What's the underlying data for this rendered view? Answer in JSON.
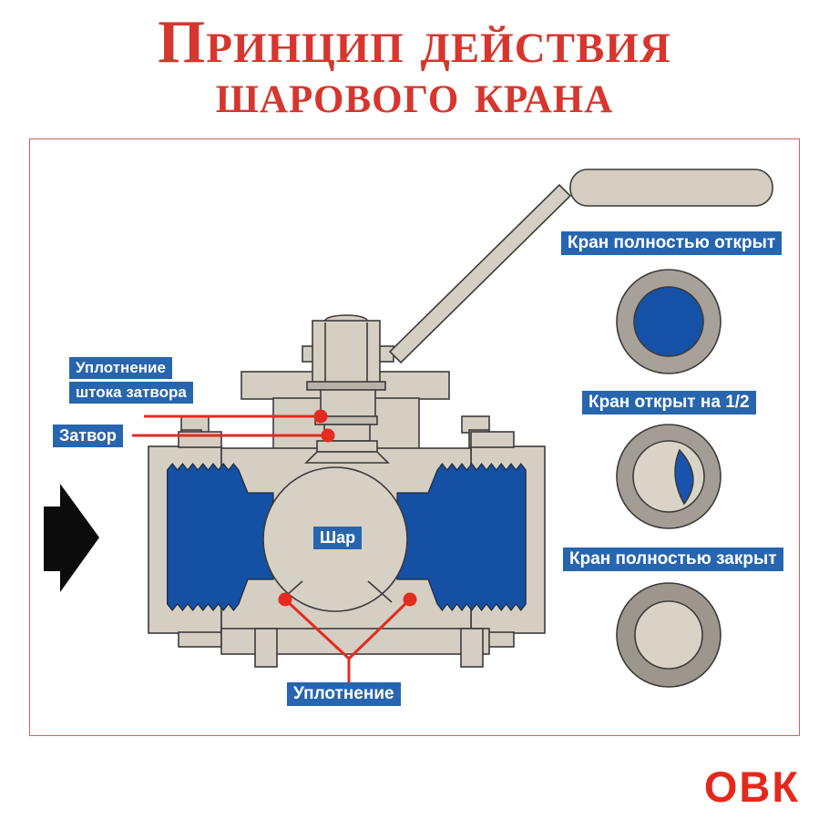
{
  "title": {
    "line1": "Принцип действия",
    "line2": "шарового крана"
  },
  "valve_labels": {
    "stem_seal_line1": "Уплотнение",
    "stem_seal_line2": "штока затвора",
    "stem": "Затвор",
    "ball": "Шар",
    "body_seal": "Уплотнение"
  },
  "states": [
    {
      "label": "Кран полностью открыт",
      "position": "open"
    },
    {
      "label": "Кран открыт на 1/2",
      "position": "half-open"
    },
    {
      "label": "Кран полностью закрыт",
      "position": "closed"
    }
  ],
  "logo": "ОВК",
  "colors": {
    "title_red": "#d6362e",
    "logo_red": "#e4291c",
    "label_blue": "#2765af",
    "flow_blue": "#1450a3",
    "body_beige": "#d5cec2",
    "ring_gray": "#a49d95",
    "callout_red": "#e42b20",
    "frame_red": "#c4685c"
  }
}
